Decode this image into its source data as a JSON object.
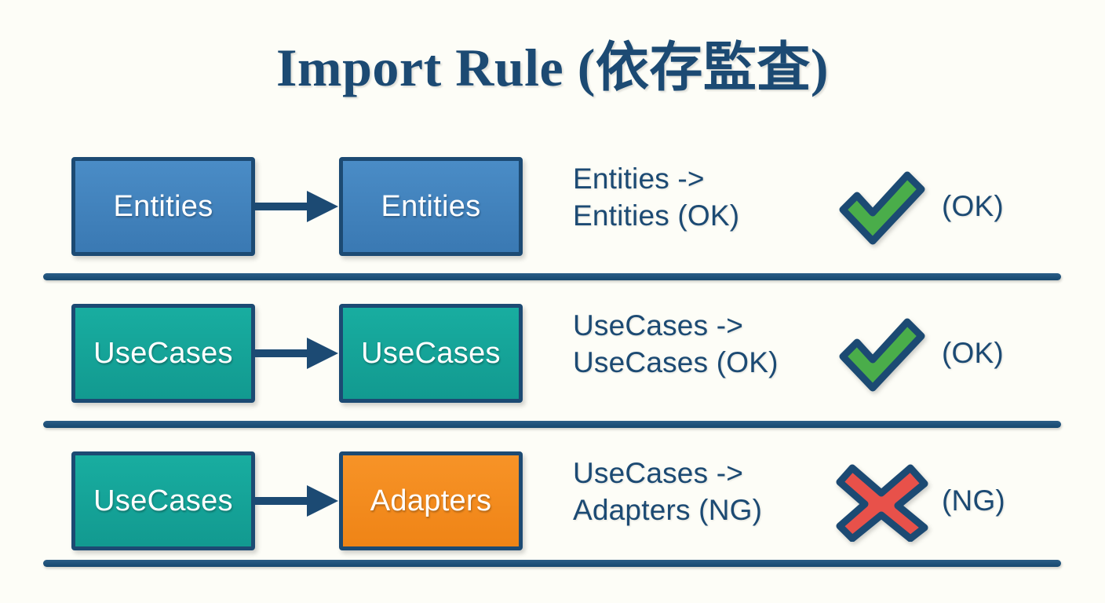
{
  "title": "Import Rule (依存監査)",
  "colors": {
    "background": "#fdfdf7",
    "navy": "#1c4a73",
    "blue": "#3f82bd",
    "teal": "#17a79a",
    "orange": "#f2891e",
    "green": "#4aad4a",
    "red": "#e8514a"
  },
  "rows": [
    {
      "source": "Entities",
      "target": "Entities",
      "source_color": "blue",
      "target_color": "blue",
      "relation": "Entities ->\nEntities (OK)",
      "relation_line1": "Entities ->",
      "relation_line2": "Entities (OK)",
      "verdict_icon": "check-icon",
      "verdict_label": "(OK)"
    },
    {
      "source": "UseCases",
      "target": "UseCases",
      "source_color": "teal",
      "target_color": "teal",
      "relation": "UseCases ->\nUseCases (OK)",
      "relation_line1": "UseCases ->",
      "relation_line2": "UseCases (OK)",
      "verdict_icon": "check-icon",
      "verdict_label": "(OK)"
    },
    {
      "source": "UseCases",
      "target": "Adapters",
      "source_color": "teal",
      "target_color": "orange",
      "relation": "UseCases ->\nAdapters (NG)",
      "relation_line1": "UseCases ->",
      "relation_line2": "Adapters (NG)",
      "verdict_icon": "cross-icon",
      "verdict_label": "(NG)"
    }
  ],
  "dividers": 3,
  "arrow_icon": "arrow-right-icon"
}
